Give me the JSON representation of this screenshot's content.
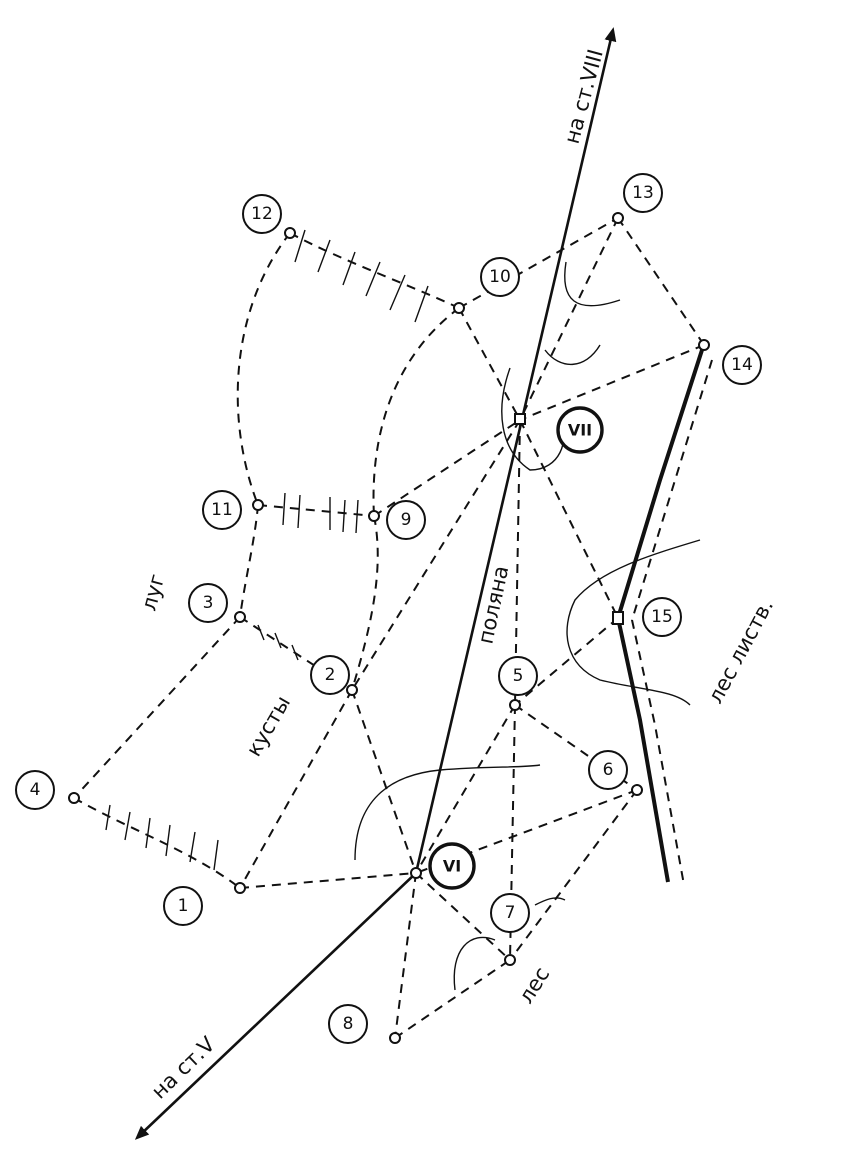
{
  "station_labels": [
    "1",
    "2",
    "3",
    "4",
    "5",
    "6",
    "7",
    "8",
    "9",
    "10",
    "11",
    "12",
    "13",
    "14",
    "15",
    "VI",
    "VII"
  ],
  "annotations": {
    "to_station_viii": "на ст.VIII",
    "to_station_v": "на ст.V",
    "meadow": "луг",
    "bushes": "кусты",
    "clearing": "поляна",
    "deciduous_forest": "лес листв.",
    "forest": "лес"
  }
}
